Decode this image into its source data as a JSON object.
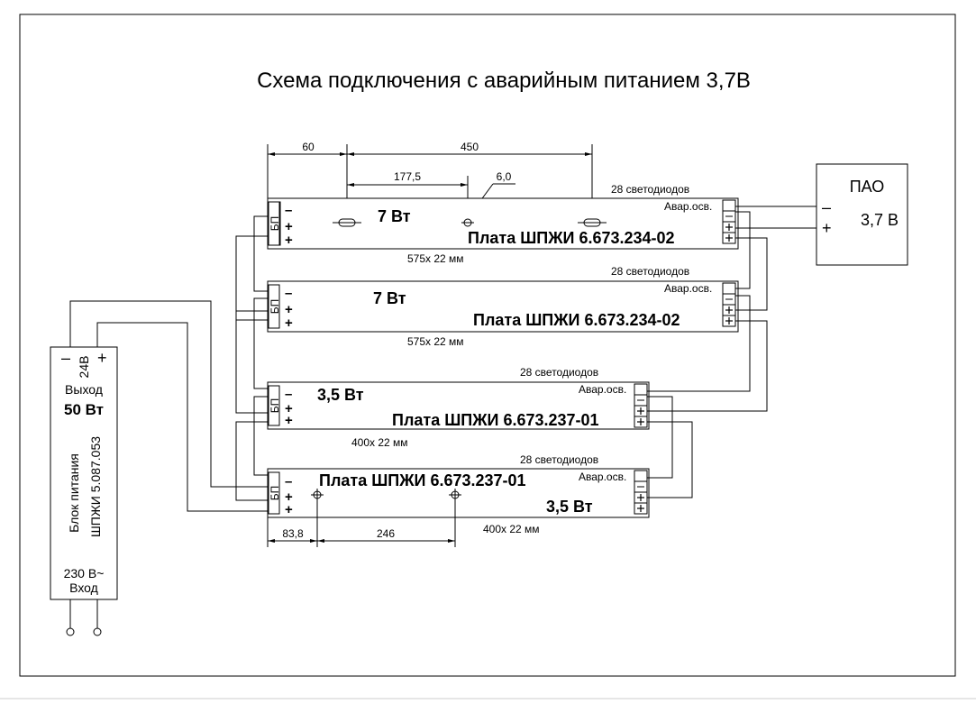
{
  "title": "Схема подключения с аварийным питанием 3,7В",
  "boards": [
    {
      "power": "7 Вт",
      "name": "Плата ШПЖИ 6.673.234-02",
      "leds": "28 светодиодов",
      "emergency": "Авар.осв.",
      "size": "575х 22 мм",
      "terminal_label": "БП"
    },
    {
      "power": "7 Вт",
      "name": "Плата ШПЖИ 6.673.234-02",
      "leds": "28 светодиодов",
      "emergency": "Авар.осв.",
      "size": "575х 22 мм",
      "terminal_label": "БП"
    },
    {
      "power": "3,5 Вт",
      "name": "Плата ШПЖИ 6.673.237-01",
      "leds": "28 светодиодов",
      "emergency": "Авар.осв.",
      "size": "400х 22 мм",
      "terminal_label": "БП"
    },
    {
      "power": "3,5 Вт",
      "name": "Плата ШПЖИ 6.673.237-01",
      "leds": "28 светодиодов",
      "emergency": "Авар.осв.",
      "size": "400х 22 мм",
      "terminal_label": "БП"
    }
  ],
  "dimensions": {
    "top_a": "60",
    "top_b": "450",
    "top_c": "177,5",
    "hole": "6,0",
    "bottom_a": "83,8",
    "bottom_b": "246"
  },
  "power_supply": {
    "minus": "–",
    "voltage": "24В",
    "plus": "+",
    "output_label": "Выход",
    "output_power": "50 Вт",
    "name_line1": "Блок питания",
    "name_line2": "ШПЖИ 5.087.053",
    "input_voltage": "230 В~",
    "input_label": "Вход"
  },
  "pao": {
    "name": "ПАО",
    "voltage": "3,7 В",
    "minus": "–",
    "plus": "+"
  },
  "signs": {
    "minus": "–",
    "plus": "+"
  }
}
